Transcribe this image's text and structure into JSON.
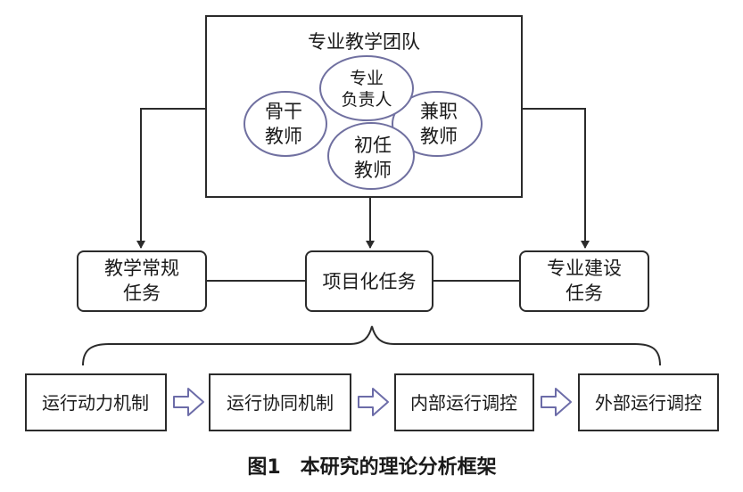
{
  "team": {
    "title": "专业教学团队",
    "roles": {
      "leader": [
        "专业",
        "负责人"
      ],
      "backbone": [
        "骨干",
        "教师"
      ],
      "parttime": [
        "兼职",
        "教师"
      ],
      "novice": [
        "初任",
        "教师"
      ]
    }
  },
  "tasks": {
    "routine": [
      "教学常规",
      "任务"
    ],
    "project": "项目化任务",
    "construction": [
      "专业建设",
      "任务"
    ]
  },
  "mechanisms": [
    "运行动力机制",
    "运行协同机制",
    "内部运行调控",
    "外部运行调控"
  ],
  "caption": "图1　本研究的理论分析框架",
  "colors": {
    "stroke": "#2b2b2b",
    "ellipse_stroke": "#7070a0",
    "arrow_stroke": "#6c6ca8"
  }
}
